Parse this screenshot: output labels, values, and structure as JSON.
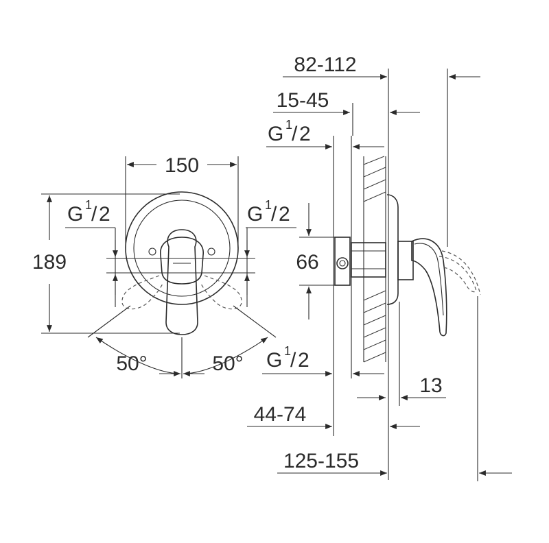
{
  "dimensions": {
    "front_width": "150",
    "front_height": "189",
    "thread_left_base": "G",
    "thread_left_num": "1",
    "thread_left_den": "2",
    "thread_right_base": "G",
    "thread_right_num": "1",
    "thread_right_den": "2",
    "angle_left": "50°",
    "angle_right": "50°",
    "side_total": "82-112",
    "side_wall": "15-45",
    "side_thread_top_base": "G",
    "side_thread_top_num": "1",
    "side_thread_top_den": "2",
    "side_height": "66",
    "side_thread_bottom_base": "G",
    "side_thread_bottom_num": "1",
    "side_thread_bottom_den": "2",
    "side_plate": "13",
    "side_depth": "44-74",
    "side_overall": "125-155"
  }
}
